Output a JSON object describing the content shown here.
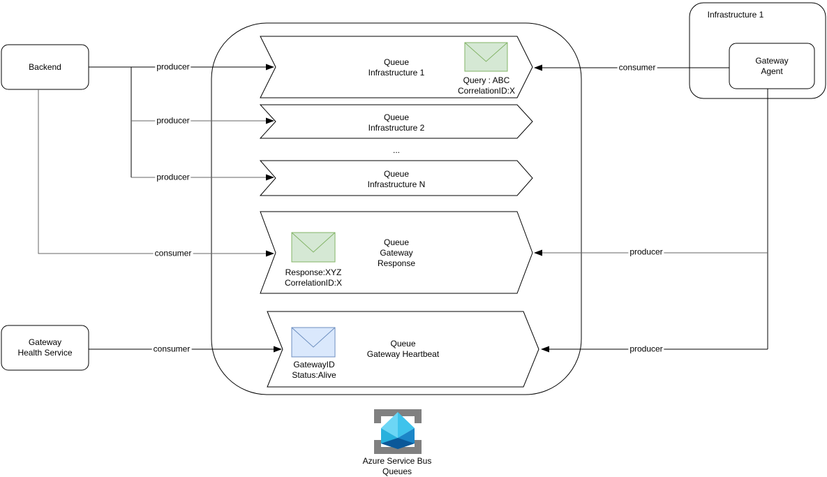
{
  "nodes": {
    "backend": {
      "label": "Backend"
    },
    "gateway_health_service": {
      "label": "Gateway\nHealth Service"
    },
    "infrastructure1": {
      "label": "Infrastructure 1"
    },
    "gateway_agent": {
      "label": "Gateway\nAgent"
    }
  },
  "queues": {
    "infra1": {
      "label": "Queue\nInfrastructure 1"
    },
    "infra2": {
      "label": "Queue\nInfrastructure 2"
    },
    "infraN": {
      "label": "Queue\nInfrastructure N"
    },
    "response": {
      "label": "Queue\nGateway\nResponse"
    },
    "heartbeat": {
      "label": "Queue\nGateway Heartbeat"
    }
  },
  "ellipsis": "...",
  "messages": {
    "query": {
      "caption": "Query : ABC\nCorrelationID:X",
      "color": "green"
    },
    "response": {
      "caption": "Response:XYZ\nCorrelationID:X",
      "color": "green"
    },
    "heartbeat": {
      "caption": "GatewayID\nStatus:Alive",
      "color": "blue"
    }
  },
  "edges": {
    "backend_to_infra1": {
      "label": "producer"
    },
    "backend_to_infra2": {
      "label": "producer"
    },
    "backend_to_infraN": {
      "label": "producer"
    },
    "backend_to_response": {
      "label": "consumer"
    },
    "health_to_heartbeat": {
      "label": "consumer"
    },
    "agent_to_infra1": {
      "label": "consumer"
    },
    "agent_to_response": {
      "label": "producer"
    },
    "agent_to_heartbeat": {
      "label": "producer"
    }
  },
  "service_bus": {
    "label": "Azure Service Bus\nQueues"
  },
  "colors": {
    "line": "#000000",
    "line_gray": "#666666",
    "envelope_green_fill": "#d5e8d4",
    "envelope_green_stroke": "#82b366",
    "envelope_blue_fill": "#dae8fc",
    "envelope_blue_stroke": "#6c8ebf",
    "icon_frame_gray": "#808080",
    "icon_cyan_light": "#6cd6f5",
    "icon_cyan": "#3ec3ec",
    "icon_teal": "#29b1dd",
    "icon_blue": "#1b86c8",
    "icon_navy": "#0b5899"
  }
}
